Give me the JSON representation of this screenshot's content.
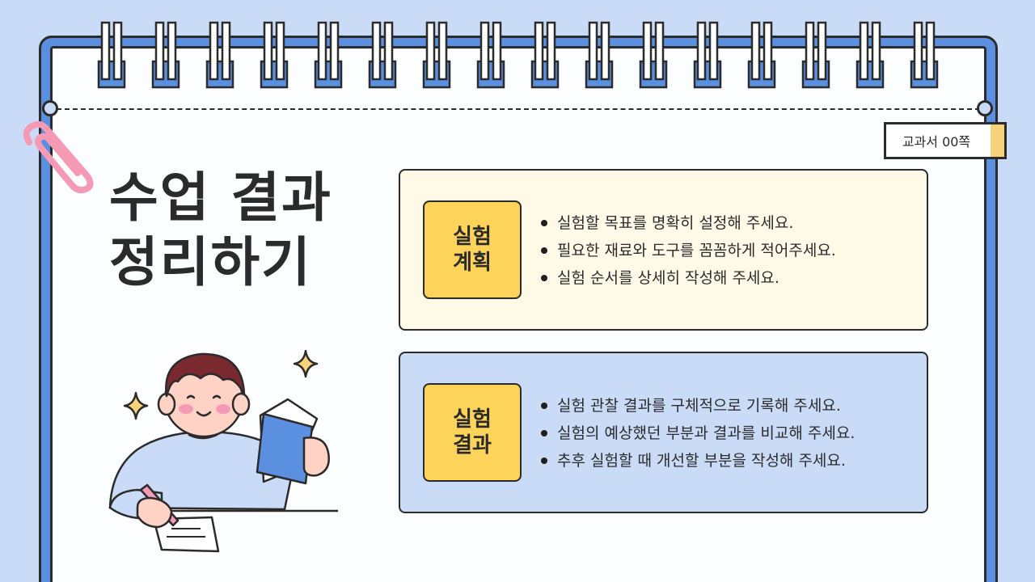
{
  "page_tag": "교과서 00쪽",
  "title": {
    "line1": "수업 결과",
    "line2": "정리하기"
  },
  "sections": [
    {
      "badge_line1": "실험",
      "badge_line2": "계획",
      "items": [
        "실험할 목표를 명확히 설정해 주세요.",
        "필요한 재료와 도구를 꼼꼼하게 적어주세요.",
        "실험 순서를 상세히 작성해 주세요."
      ]
    },
    {
      "badge_line1": "실험",
      "badge_line2": "결과",
      "items": [
        "실험 관찰 결과를 구체적으로 기록해 주세요.",
        "실험의 예상했던 부분과 결과를 비교해 주세요.",
        "추후 실험할 때 개선할 부분을 작성해 주세요."
      ]
    }
  ],
  "colors": {
    "background": "#c9dbf7",
    "binder": "#5b8fe0",
    "badge": "#fdd35a",
    "plan_card": "#fff9e8",
    "result_card": "#c9dbf7",
    "clip": "#f59ab5"
  },
  "icons": [
    "spiral-ring-icon",
    "paper-clip-icon",
    "sparkle-icon",
    "student-illustration"
  ]
}
